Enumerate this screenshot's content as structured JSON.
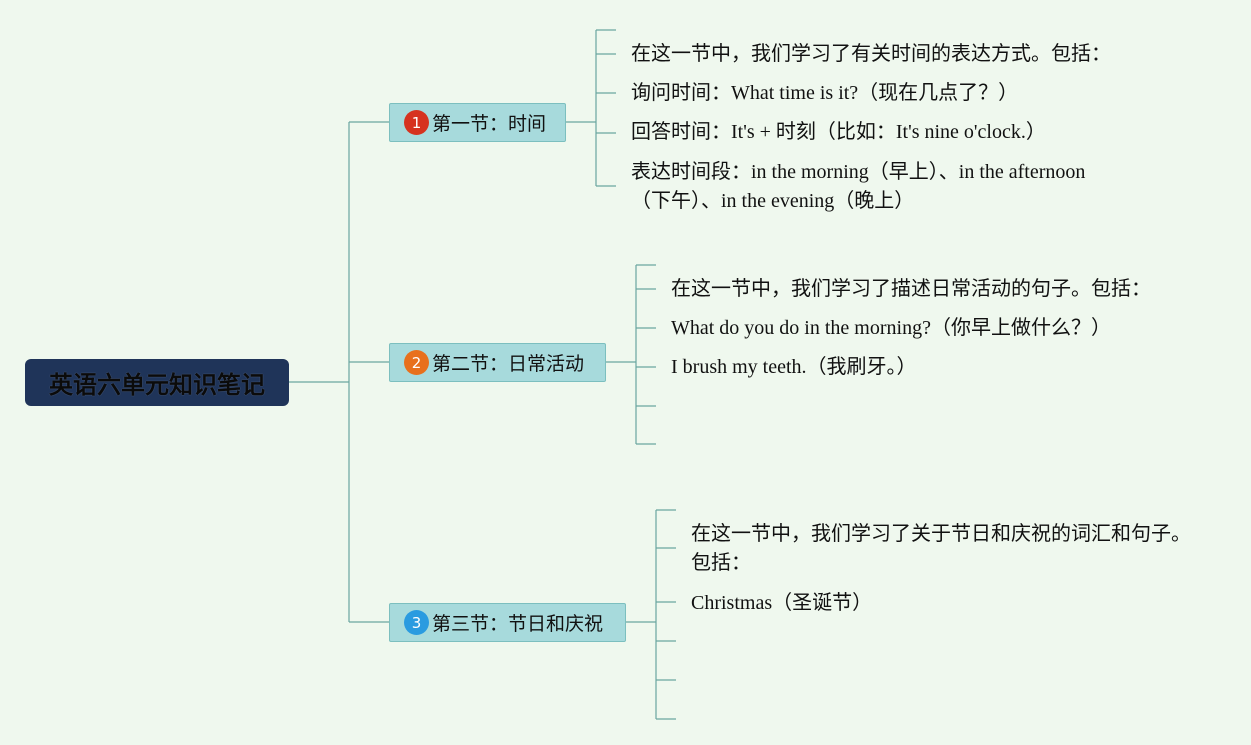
{
  "root": {
    "title": "英语六单元知识笔记"
  },
  "colors": {
    "background": "#eff8ee",
    "root_fill": "#1f3459",
    "branch_fill": "#a7dadc",
    "connector": "#6aa6a0",
    "badge_1": "#d6321f",
    "badge_2": "#e8701c",
    "badge_3": "#2a9be0"
  },
  "branches": [
    {
      "badge": "1",
      "label": "第一节：时间",
      "leaves": [
        "在这一节中，我们学习了有关时间的表达方式。包括：",
        "询问时间：What time is it?（现在几点了？）",
        "回答时间：It's + 时刻（比如：It's nine o'clock.）",
        "表达时间段：in the morning（早上）、in the afternoon（下午）、in the evening（晚上）"
      ]
    },
    {
      "badge": "2",
      "label": "第二节：日常活动",
      "leaves": [
        "在这一节中，我们学习了描述日常活动的句子。包括：",
        "What do you do in the morning?（你早上做什么？）",
        "I brush my teeth.（我刷牙。）"
      ]
    },
    {
      "badge": "3",
      "label": "第三节：节日和庆祝",
      "leaves": [
        "在这一节中，我们学习了关于节日和庆祝的词汇和句子。包括：",
        "Christmas（圣诞节）"
      ]
    }
  ]
}
